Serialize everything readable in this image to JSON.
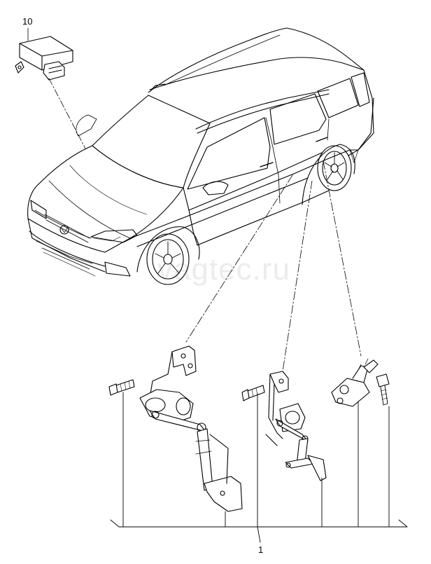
{
  "callouts": {
    "control_unit": "10",
    "sensor_set": "1"
  },
  "watermark": "vagtec.ru",
  "parts": [
    {
      "name": "headlight-range-control-unit",
      "ref": "10"
    },
    {
      "name": "vehicle-level-sensor",
      "ref": "1"
    }
  ],
  "colors": {
    "line": "#000000",
    "background": "#ffffff"
  }
}
